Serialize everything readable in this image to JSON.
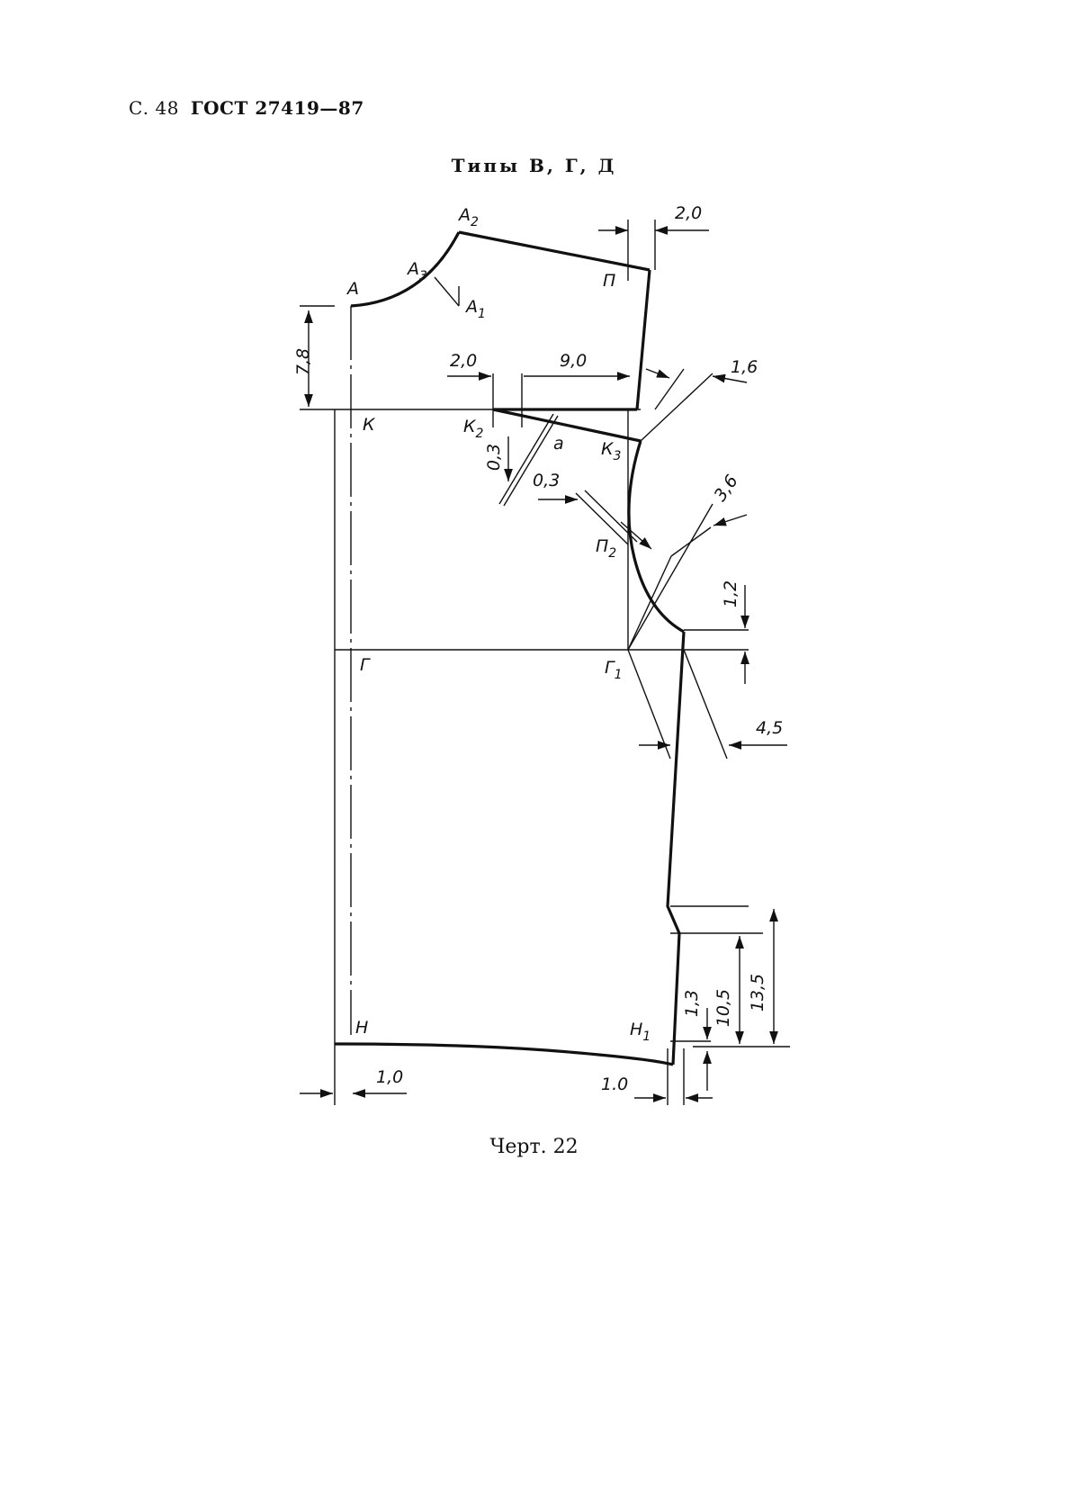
{
  "header": {
    "page": "С. 48",
    "standard": "ГОСТ 27419—87"
  },
  "figure_title": "Типы В, Г, Д",
  "caption": "Черт. 22",
  "points": {
    "A": {
      "letter": "А",
      "sub": ""
    },
    "A1": {
      "letter": "А",
      "sub": "1"
    },
    "A2": {
      "letter": "А",
      "sub": "2"
    },
    "A3": {
      "letter": "А",
      "sub": "3"
    },
    "P": {
      "letter": "П",
      "sub": ""
    },
    "P2": {
      "letter": "П",
      "sub": "2"
    },
    "K": {
      "letter": "К",
      "sub": ""
    },
    "K2": {
      "letter": "К",
      "sub": "2"
    },
    "K3": {
      "letter": "К",
      "sub": "3"
    },
    "a": {
      "letter": "а",
      "sub": ""
    },
    "G": {
      "letter": "Г",
      "sub": ""
    },
    "G1": {
      "letter": "Г",
      "sub": "1"
    },
    "N": {
      "letter": "Н",
      "sub": ""
    },
    "N1": {
      "letter": "Н",
      "sub": "1"
    }
  },
  "dimensions": {
    "shoulder_offset": "2,0",
    "neck_depth": "7,8",
    "dart_left": "2,0",
    "dart_width": "9,0",
    "armhole_top": "1,6",
    "dart_drop": "0,3",
    "armhole_shift": "0,3",
    "armhole_curve": "3,6",
    "side_rise": "1,2",
    "side_offset": "4,5",
    "hem_rise": "1,3",
    "slit_short": "10,5",
    "slit_long": "13,5",
    "front_allowance": "1,0",
    "side_allowance": "1.0"
  }
}
